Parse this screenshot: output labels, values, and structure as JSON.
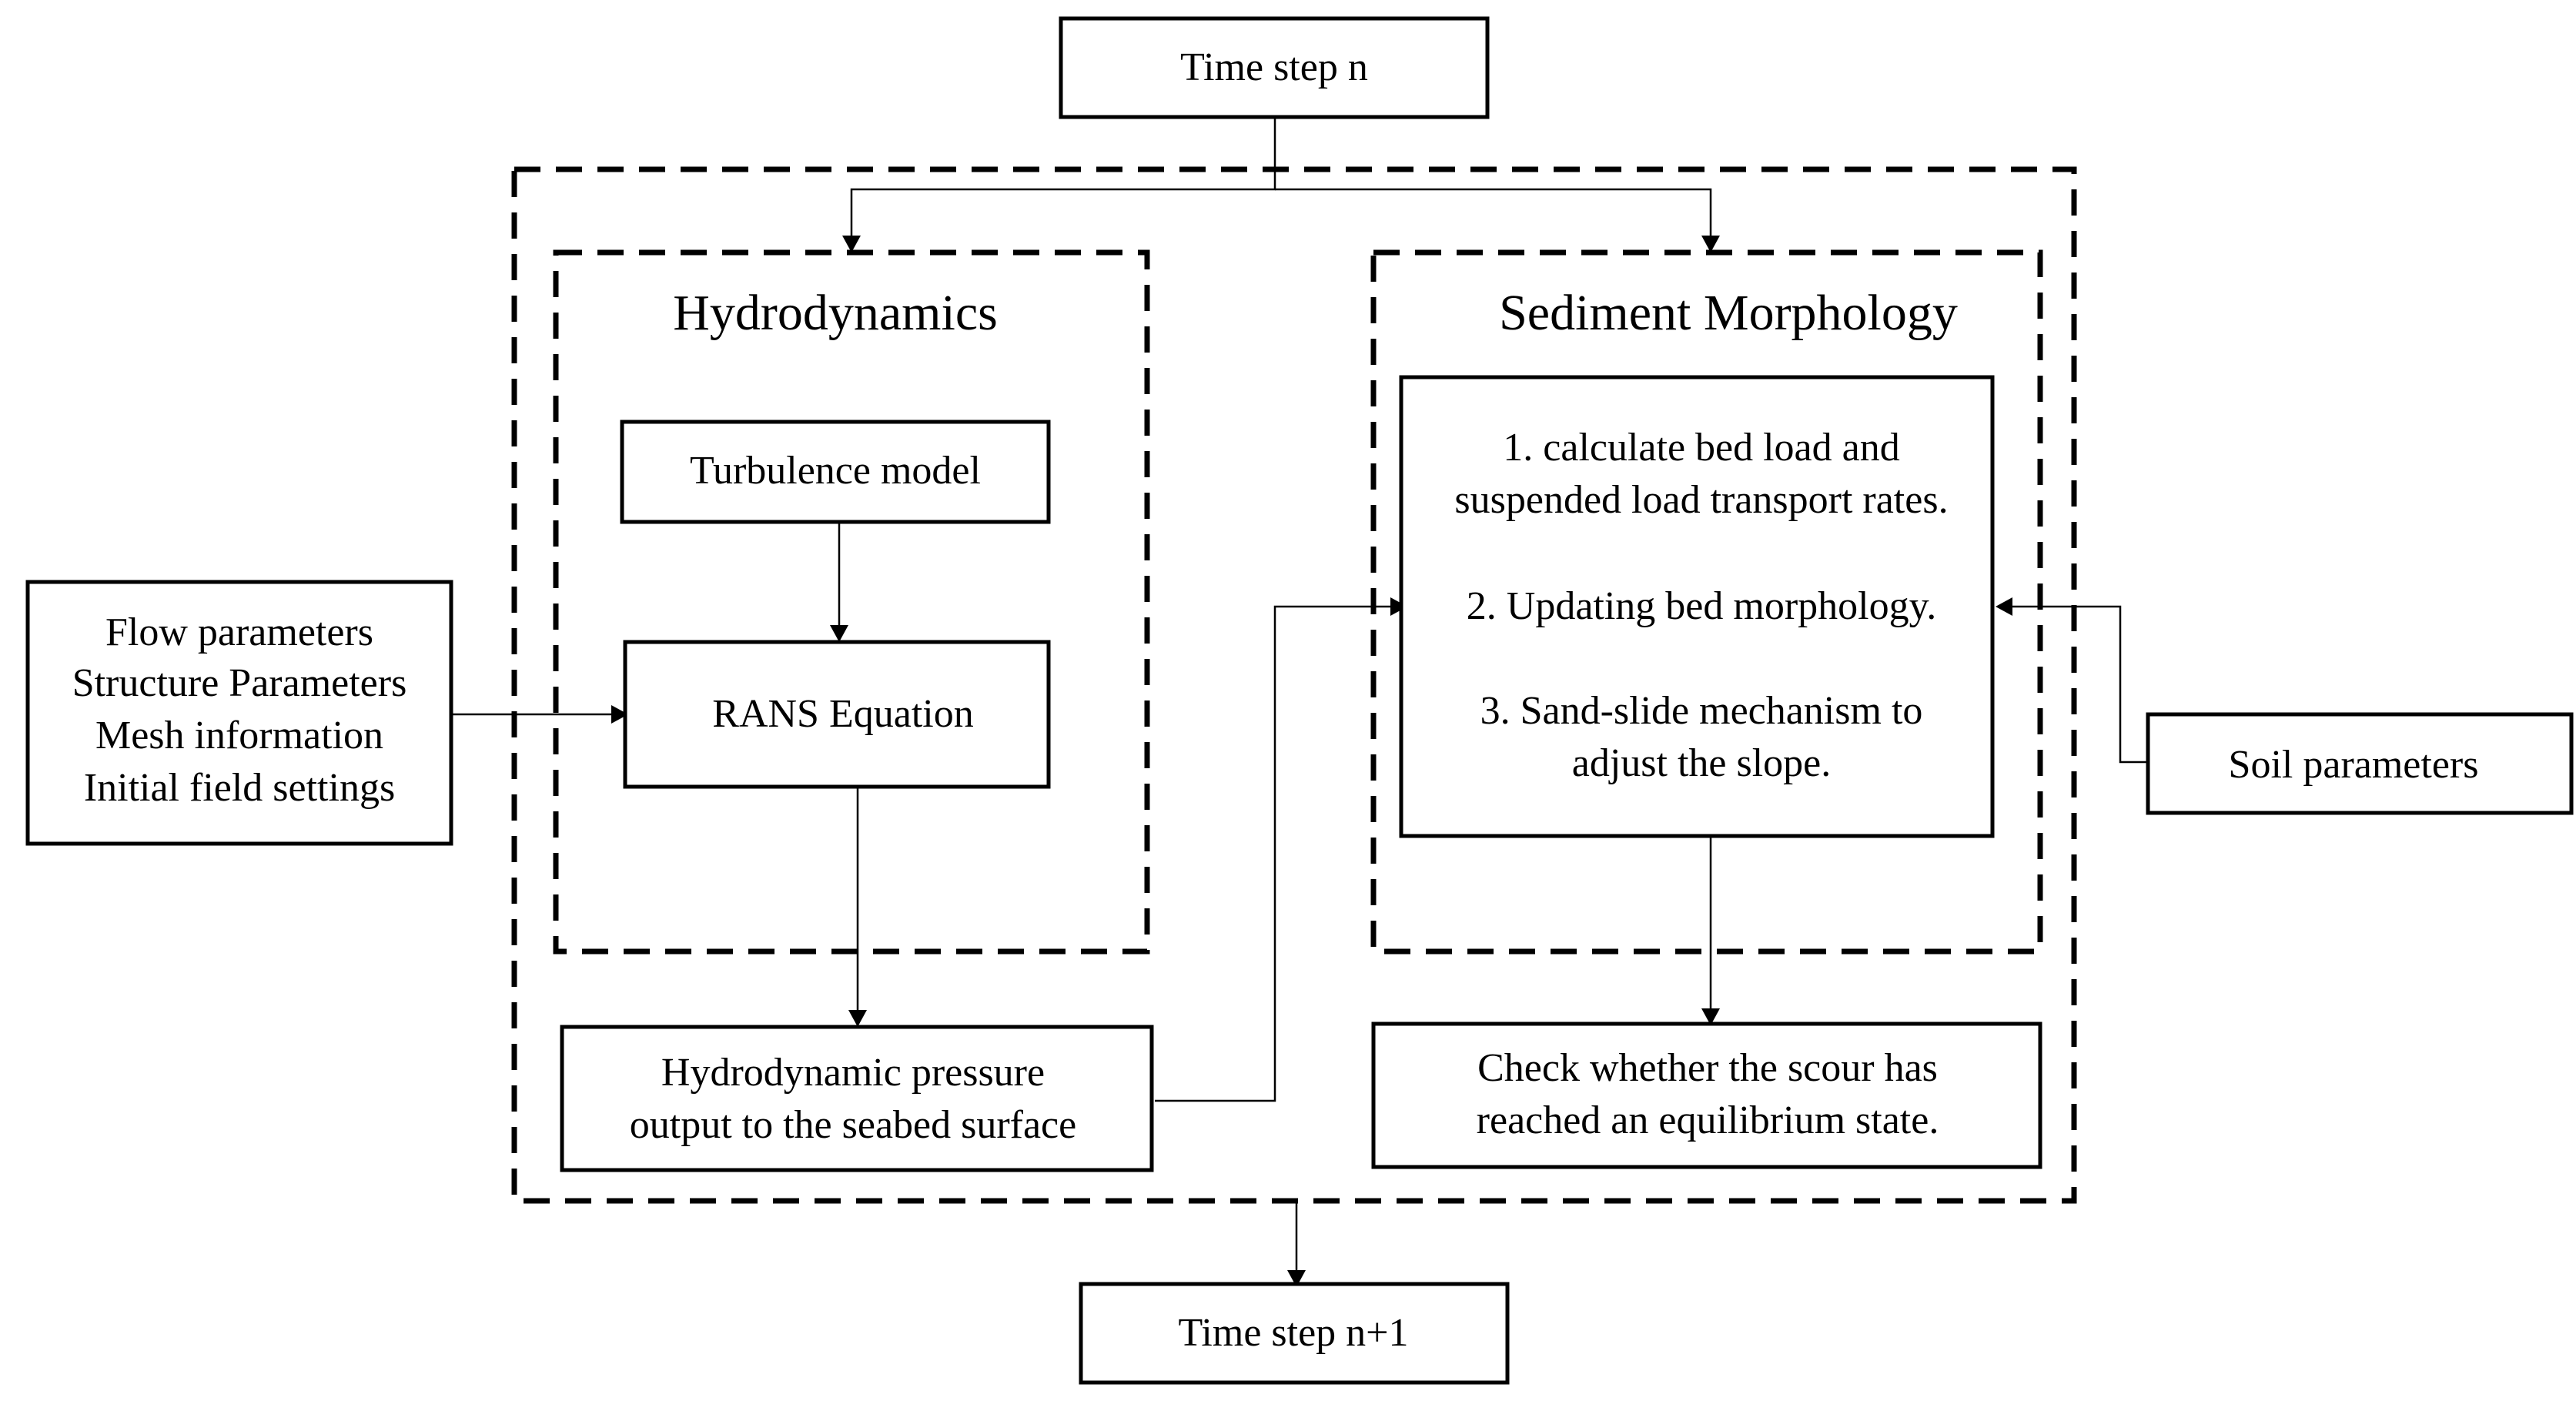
{
  "time_step_n": "Time step n",
  "time_step_n1": "Time step n+1",
  "hydrodynamics": {
    "title": "Hydrodynamics",
    "turbulence_model": "Turbulence model",
    "rans_equation": "RANS Equation"
  },
  "inputs": {
    "lines": [
      "Flow parameters",
      "Structure Parameters",
      "Mesh information",
      "Initial field settings"
    ]
  },
  "pressure_output": {
    "lines": [
      "Hydrodynamic pressure",
      "output to the seabed surface"
    ]
  },
  "sediment_morphology": {
    "title": "Sediment Morphology",
    "steps": {
      "step1_line1": "1. calculate bed load and",
      "step1_line2": "suspended load transport rates.",
      "step2": "2. Updating bed morphology.",
      "step3_line1": "3. Sand-slide mechanism to",
      "step3_line2": "adjust the slope."
    }
  },
  "soil_parameters": "Soil parameters",
  "equilibrium_check": {
    "lines": [
      "Check whether the scour has",
      "reached an equilibrium state."
    ]
  }
}
